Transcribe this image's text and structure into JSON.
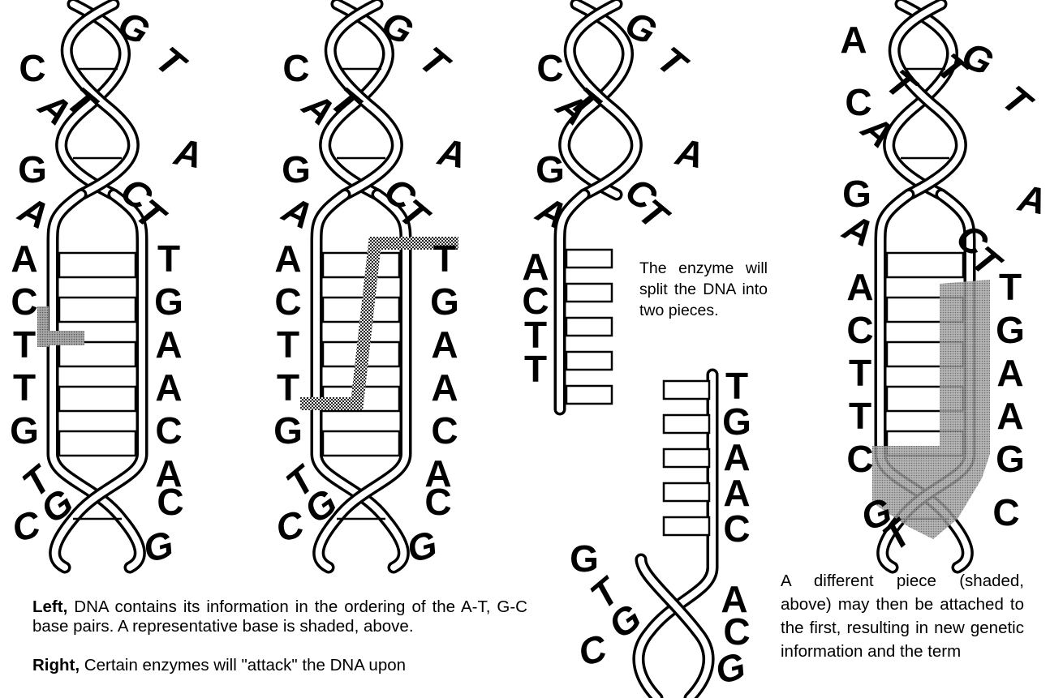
{
  "panels": [
    {
      "name": "panel-1",
      "top_left": [
        "C",
        "A",
        "G",
        "A"
      ],
      "top_right": [
        "G",
        "T",
        "A"
      ],
      "top_mid": [
        "T",
        "C",
        "T"
      ],
      "left_bases": [
        "A",
        "C",
        "T",
        "T",
        "G"
      ],
      "right_bases": [
        "T",
        "G",
        "A",
        "A",
        "C"
      ],
      "bottom_left": [
        "T",
        "G",
        "C"
      ],
      "bottom_right": [
        "A",
        "C",
        "G"
      ]
    },
    {
      "name": "panel-2",
      "top_left": [
        "C",
        "A",
        "G",
        "A"
      ],
      "top_right": [
        "G",
        "T",
        "A"
      ],
      "top_mid": [
        "T",
        "C",
        "T"
      ],
      "left_bases": [
        "A",
        "C",
        "T",
        "T",
        "G"
      ],
      "right_bases": [
        "T",
        "G",
        "A",
        "A",
        "C"
      ],
      "bottom_left": [
        "T",
        "G",
        "C"
      ],
      "bottom_right": [
        "A",
        "C",
        "G"
      ]
    },
    {
      "name": "panel-3-top",
      "top_left": [
        "C",
        "A",
        "G",
        "A"
      ],
      "top_right": [
        "G",
        "T",
        "A"
      ],
      "top_mid": [
        "T",
        "C",
        "T"
      ],
      "left_bases": [
        "A",
        "C",
        "T",
        "T"
      ]
    },
    {
      "name": "panel-3-bottom",
      "right_bases": [
        "T",
        "G",
        "A",
        "A",
        "C"
      ],
      "bottom_left": [
        "G",
        "T",
        "G",
        "C"
      ],
      "bottom_right": [
        "A",
        "C",
        "G"
      ]
    },
    {
      "name": "panel-4",
      "top_left": [
        "A",
        "C",
        "A",
        "G",
        "A"
      ],
      "top_right": [
        "T",
        "G",
        "T",
        "A"
      ],
      "top_mid": [
        "T",
        "C",
        "T"
      ],
      "left_bases": [
        "A",
        "C",
        "T",
        "T",
        "C"
      ],
      "right_bases": [
        "T",
        "G",
        "A",
        "A",
        "G"
      ],
      "bottom_left": [
        "G",
        "T"
      ],
      "bottom_right": [
        "C"
      ]
    }
  ],
  "captions": {
    "split": "The enzyme will split the DNA into two pieces.",
    "left_lead": "Left,",
    "left_text": "DNA contains its information in the ordering of the A-T, G-C base pairs. A representative base is shaded, above.",
    "right_lead": "Right,",
    "right_text": "Certain enzymes will \"attack\" the DNA upon",
    "different": "A different piece (shaded, above) may then be attached to the first, resulting in new genetic information and the term"
  },
  "colors": {
    "ink": "#000000",
    "shade": "#8c8c8c",
    "paper": "#ffffff"
  }
}
